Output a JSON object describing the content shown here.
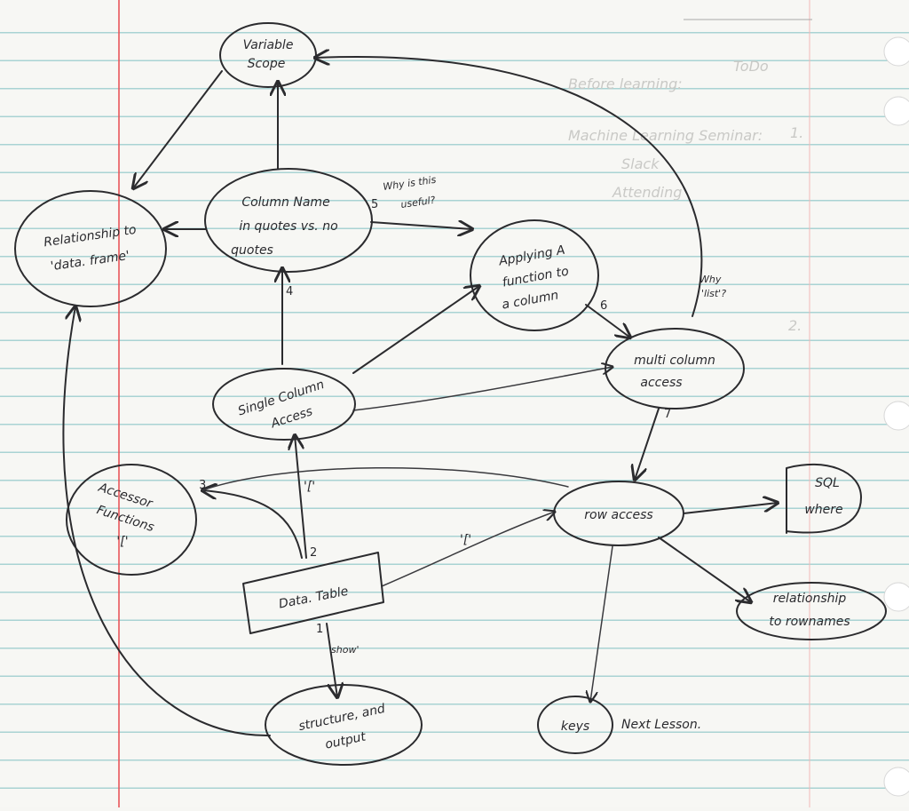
{
  "ghost_notes": [
    "ToDo",
    "Before learning:",
    "1.",
    "Machine Learning Seminar:",
    "Slack",
    "Attending",
    "2."
  ],
  "nodes": {
    "variable_scope": [
      "Variable",
      "Scope"
    ],
    "relationship_data_frame": [
      "Relationship to",
      "'data. frame'"
    ],
    "column_name_quotes": [
      "Column Name",
      "in quotes vs. no",
      "quotes"
    ],
    "applying_function": [
      "Applying A",
      "function to",
      "a column"
    ],
    "multi_column_access": [
      "multi column",
      "access"
    ],
    "single_column_access": [
      "Single Column",
      "Access"
    ],
    "accessor_functions": [
      "Accessor",
      "Functions",
      "'['"
    ],
    "row_access": [
      "row access"
    ],
    "sql_where": [
      "SQL",
      "where"
    ],
    "data_table": [
      "Data. Table"
    ],
    "relationship_rownames": [
      "relationship",
      "to rownames"
    ],
    "structure_output": [
      "structure, and",
      "output"
    ],
    "keys": [
      "keys"
    ]
  },
  "annotations": {
    "next_lesson": "Next Lesson.",
    "why_useful": [
      "Why is this",
      "useful?"
    ],
    "why_list": [
      "Why",
      "'list'?"
    ]
  },
  "edge_labels": {
    "num_1": "1",
    "num_2": "2",
    "num_3": "3",
    "num_4": "4",
    "num_5": "5",
    "num_6": "6",
    "num_7": "7",
    "bracket_single": "'['",
    "bracket_row": "'['",
    "show": "'show'"
  },
  "colors": {
    "ink": "#2b2b2e",
    "margin_line": "#e8555a",
    "rule_line": "#a9d3d3"
  }
}
